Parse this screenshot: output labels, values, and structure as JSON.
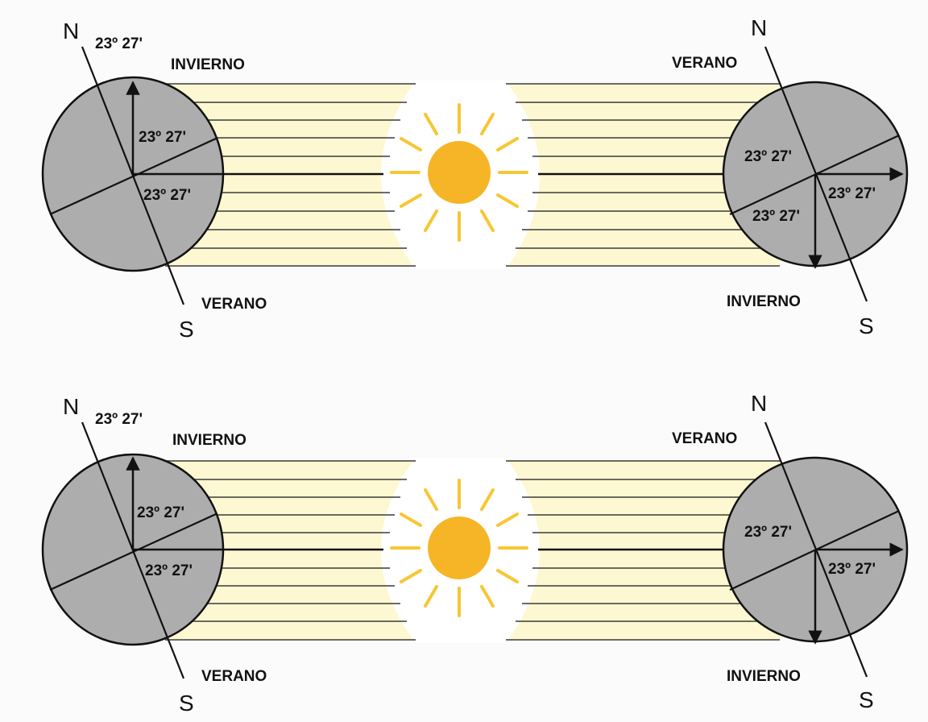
{
  "colors": {
    "background": "#fbfbfb",
    "earth": "#adadad",
    "rays_fill": "#fdf8d2",
    "sun": "#f6b526",
    "sun_rays": "#f7c634",
    "lines": "#111111"
  },
  "icons": [
    "sun-icon",
    "earth-globe-icon"
  ],
  "diagrams": [
    {
      "left": {
        "north": "N",
        "south": "S",
        "angle_top": "23º 27'",
        "angle_inner_upper": "23º 27'",
        "angle_inner_lower": "23º 27'",
        "season_top": "INVIERNO",
        "season_bottom": "VERANO"
      },
      "right": {
        "north": "N",
        "south": "S",
        "angle_inner_upper": "23º 27'",
        "angle_inner_right": "23º 27'",
        "angle_inner_lower": "23º 27'",
        "season_top": "VERANO",
        "season_bottom": "INVIERNO"
      }
    },
    {
      "left": {
        "north": "N",
        "south": "S",
        "angle_top": "23º 27'",
        "angle_inner_upper": "23º 27'",
        "angle_inner_lower": "23º 27'",
        "season_top": "INVIERNO",
        "season_bottom": "VERANO"
      },
      "right": {
        "north": "N",
        "south": "S",
        "angle_inner_upper": "23º 27'",
        "angle_inner_right": "23º 27'",
        "season_top": "VERANO",
        "season_bottom": "INVIERNO"
      }
    }
  ]
}
